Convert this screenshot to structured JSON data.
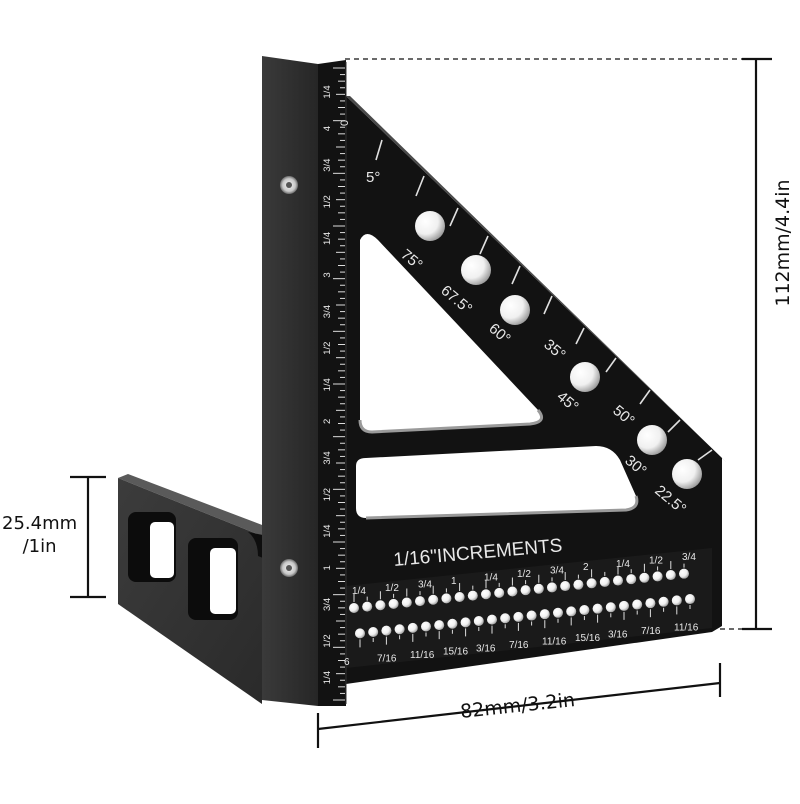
{
  "image": {
    "subject": "Aluminum woodworking triangle square with 45/90 degree shoulder and hole gauge",
    "product_color": "#141414",
    "background_color": "#ffffff"
  },
  "dimensions": {
    "height_label": "112mm/4.4in",
    "width_label": "82mm/3.2in",
    "thickness_label_line1": "25.4mm",
    "thickness_label_line2": "/1in"
  },
  "ruler_vertical": {
    "labels_top_to_bottom": [
      "1/4",
      "4",
      "3/4",
      "1/2",
      "1/4",
      "3",
      "3/4",
      "1/2",
      "1/4",
      "2",
      "3/4",
      "1/2",
      "1/4",
      "1",
      "3/4",
      "1/2",
      "1/4"
    ]
  },
  "angle_scale": {
    "zero_mark": "0",
    "tick_labels": [
      "5°",
      "35°",
      "50°"
    ],
    "hole_labels": [
      "75°",
      "67.5°",
      "60°",
      "45°",
      "30°",
      "22.5°"
    ]
  },
  "increments": {
    "title": "1/16\"INCREMENTS",
    "top_row_labels": [
      "1/4",
      "1/2",
      "3/4",
      "1",
      "1/4",
      "1/2",
      "3/4",
      "2",
      "1/4",
      "1/2",
      "3/4"
    ],
    "bottom_row_labels": [
      "6",
      "7/16",
      "11/16",
      "15/16",
      "3/16",
      "7/16",
      "11/16",
      "15/16",
      "3/16",
      "7/16",
      "11/16"
    ]
  }
}
